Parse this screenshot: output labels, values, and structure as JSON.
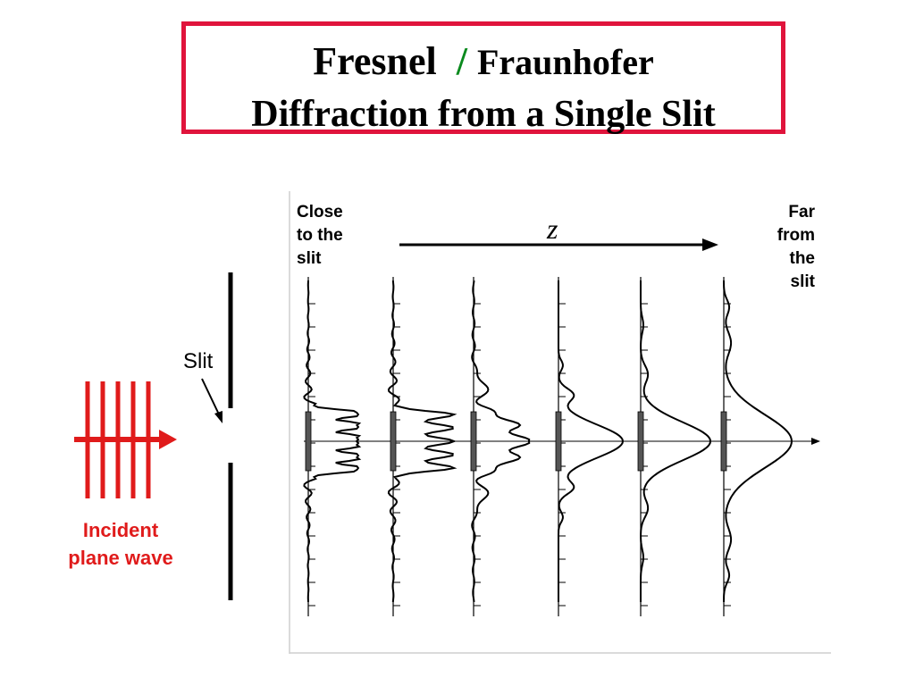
{
  "title": {
    "word1": "Fresnel",
    "separator": "/",
    "word2": "Fraunhofer",
    "line2": "Diffraction from a Single Slit"
  },
  "labels": {
    "close_lines": [
      "Close",
      "to the",
      "slit"
    ],
    "far_lines": [
      "Far",
      "from",
      "the",
      "slit"
    ],
    "slit": "Slit",
    "z_axis": "z",
    "incident_lines": [
      "Incident",
      "plane wave"
    ]
  },
  "colors": {
    "title_border": "#e0143c",
    "slash": "#0a8a1e",
    "wave": "#e01b1b",
    "incident_text": "#e01b1b"
  }
}
